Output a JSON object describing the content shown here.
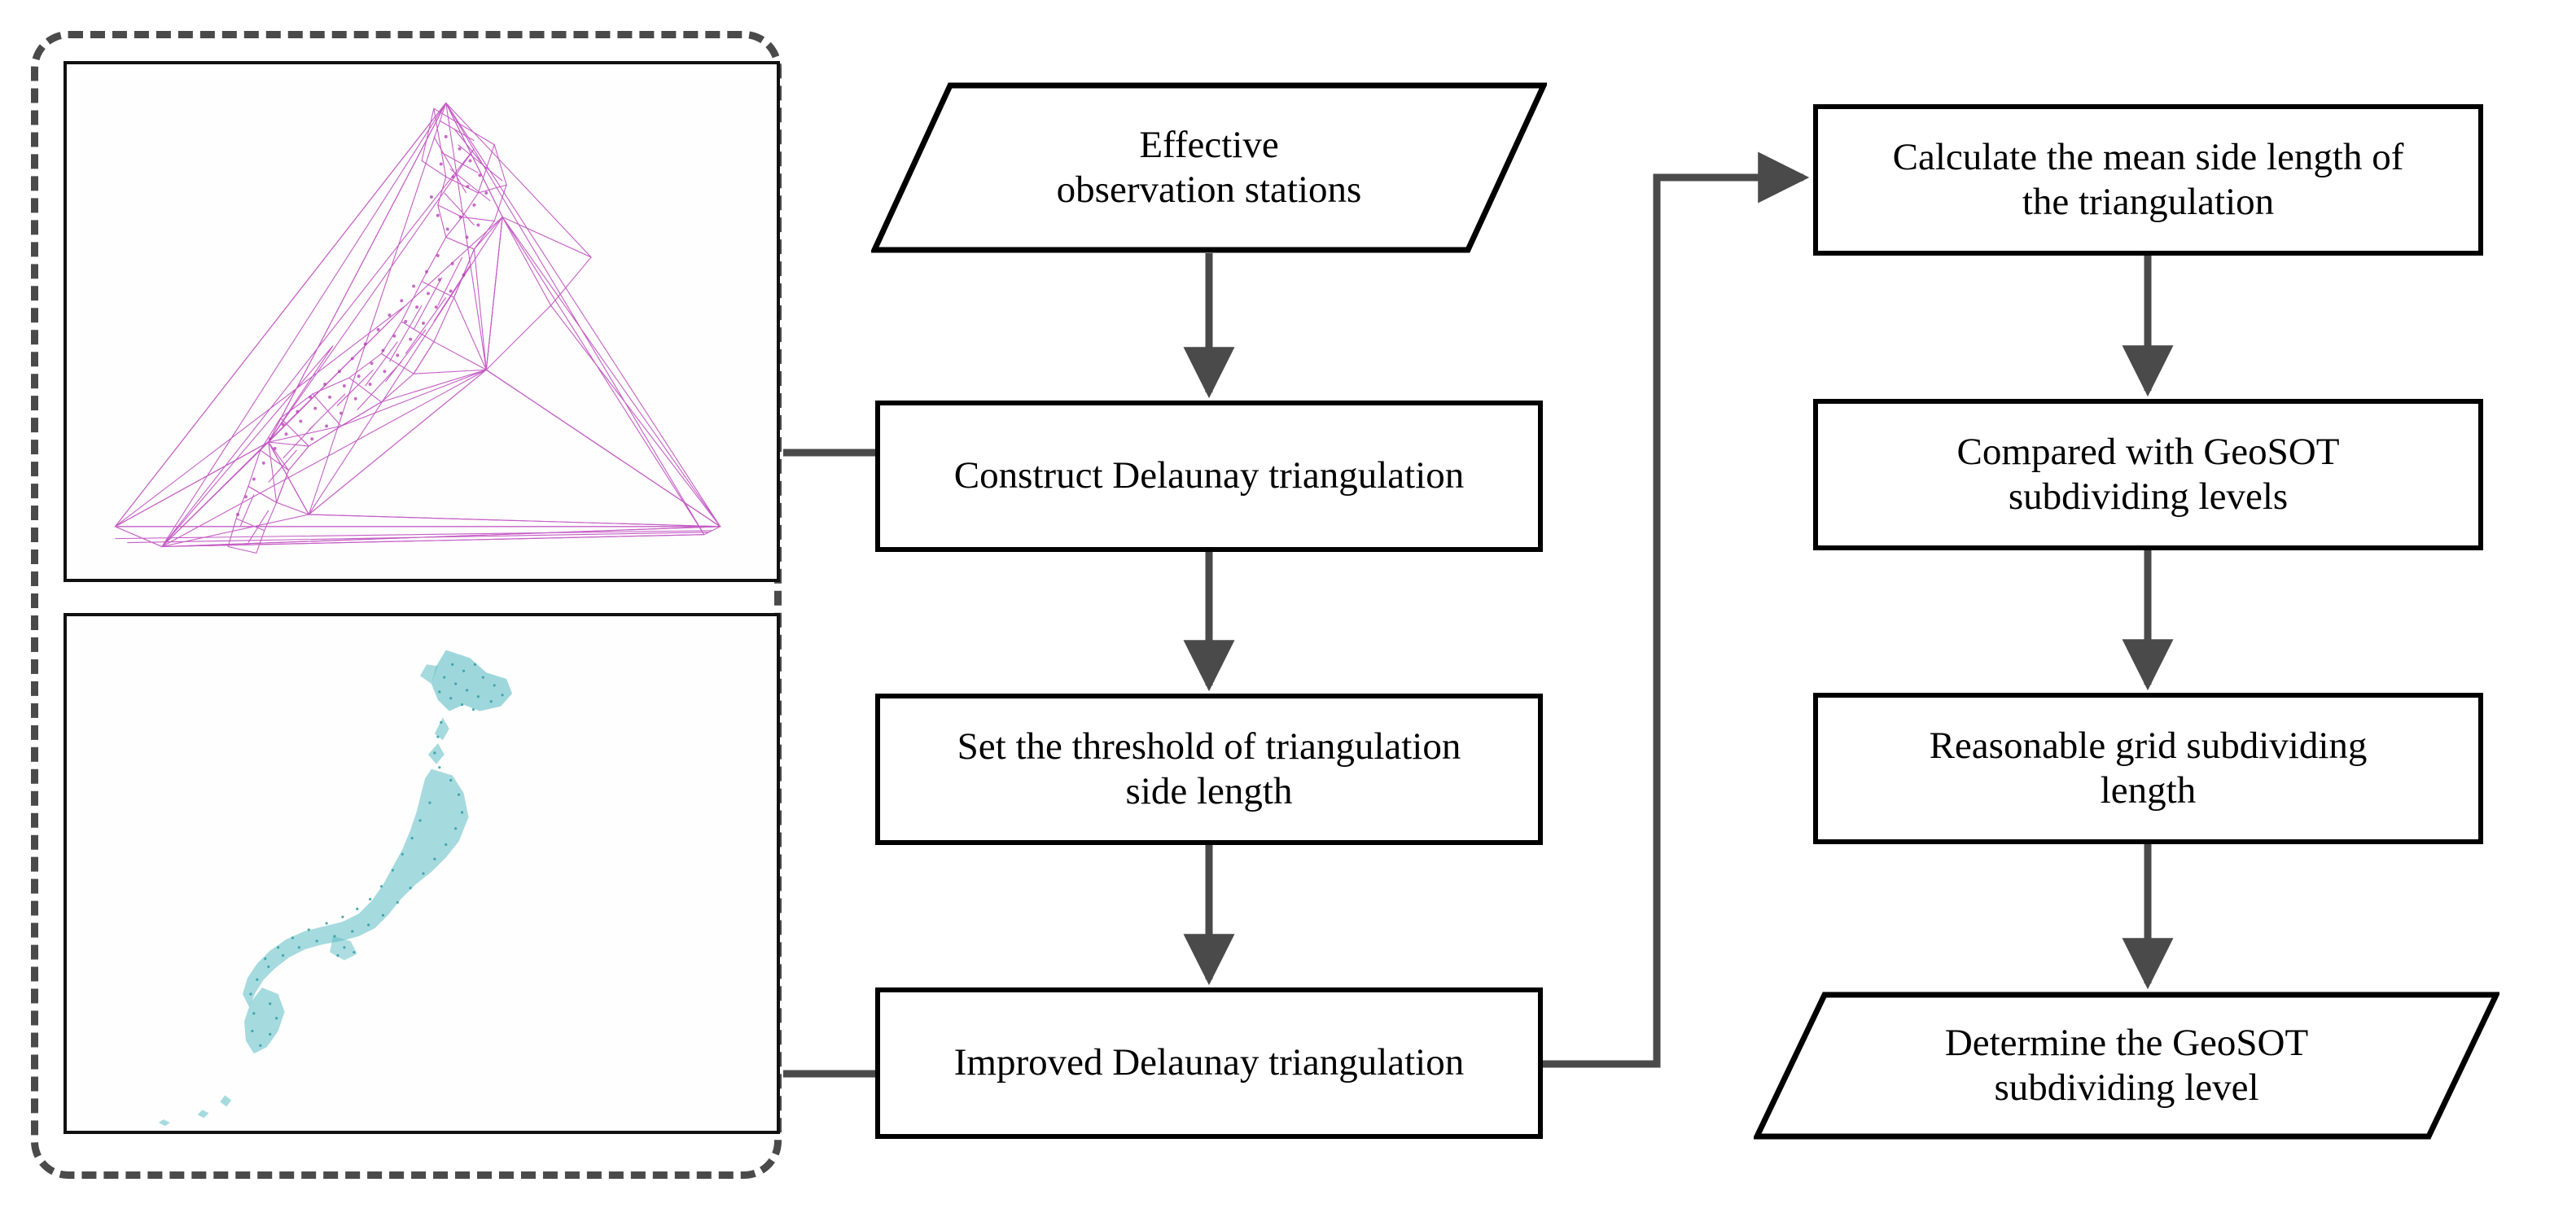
{
  "diagram": {
    "title": "GeoSOT subdividing level determination workflow",
    "colors": {
      "node_stroke": "#000000",
      "connector": "#4a4a4a",
      "group_border": "#4a4a4a",
      "triangulation": "#c04cc0",
      "stations": "#3aafb9",
      "background": "#ffffff"
    }
  },
  "group_panel": {
    "name": "input-data-group",
    "border_style": "dashed-rounded",
    "images": [
      {
        "id": "img-triangulation",
        "caption": "",
        "description": "Delaunay triangulation network over Japan observation stations",
        "color": "#c04cc0"
      },
      {
        "id": "img-stations",
        "caption": "",
        "description": "Point cloud of effective observation stations over Japan",
        "color": "#3aafb9"
      }
    ]
  },
  "nodes": {
    "effective": {
      "shape": "parallelogram",
      "lines": [
        "Effective",
        "observation stations"
      ]
    },
    "construct": {
      "shape": "rectangle",
      "lines": [
        "Construct Delaunay triangulation"
      ]
    },
    "threshold": {
      "shape": "rectangle",
      "lines": [
        "Set the threshold of triangulation",
        "side length"
      ]
    },
    "improved": {
      "shape": "rectangle",
      "lines": [
        "Improved Delaunay triangulation"
      ]
    },
    "calculate": {
      "shape": "rectangle",
      "lines": [
        "Calculate the mean side length of",
        "the triangulation"
      ]
    },
    "compared": {
      "shape": "rectangle",
      "lines": [
        "Compared with GeoSOT",
        "subdividing levels"
      ]
    },
    "reasonable": {
      "shape": "rectangle",
      "lines": [
        "Reasonable grid subdividing",
        "length"
      ]
    },
    "determine": {
      "shape": "parallelogram",
      "lines": [
        "Determine the GeoSOT",
        "subdividing level"
      ]
    }
  },
  "edges": [
    {
      "from": "effective",
      "to": "construct",
      "type": "arrow-down"
    },
    {
      "from": "construct",
      "to": "threshold",
      "type": "arrow-down"
    },
    {
      "from": "threshold",
      "to": "improved",
      "type": "arrow-down"
    },
    {
      "from": "improved",
      "to": "calculate",
      "type": "elbow-right-up-arrow"
    },
    {
      "from": "calculate",
      "to": "compared",
      "type": "arrow-down"
    },
    {
      "from": "compared",
      "to": "reasonable",
      "type": "arrow-down"
    },
    {
      "from": "reasonable",
      "to": "determine",
      "type": "arrow-down"
    },
    {
      "from": "group_panel",
      "to": "construct",
      "type": "plain-line"
    },
    {
      "from": "group_panel",
      "to": "improved",
      "type": "plain-line"
    }
  ]
}
